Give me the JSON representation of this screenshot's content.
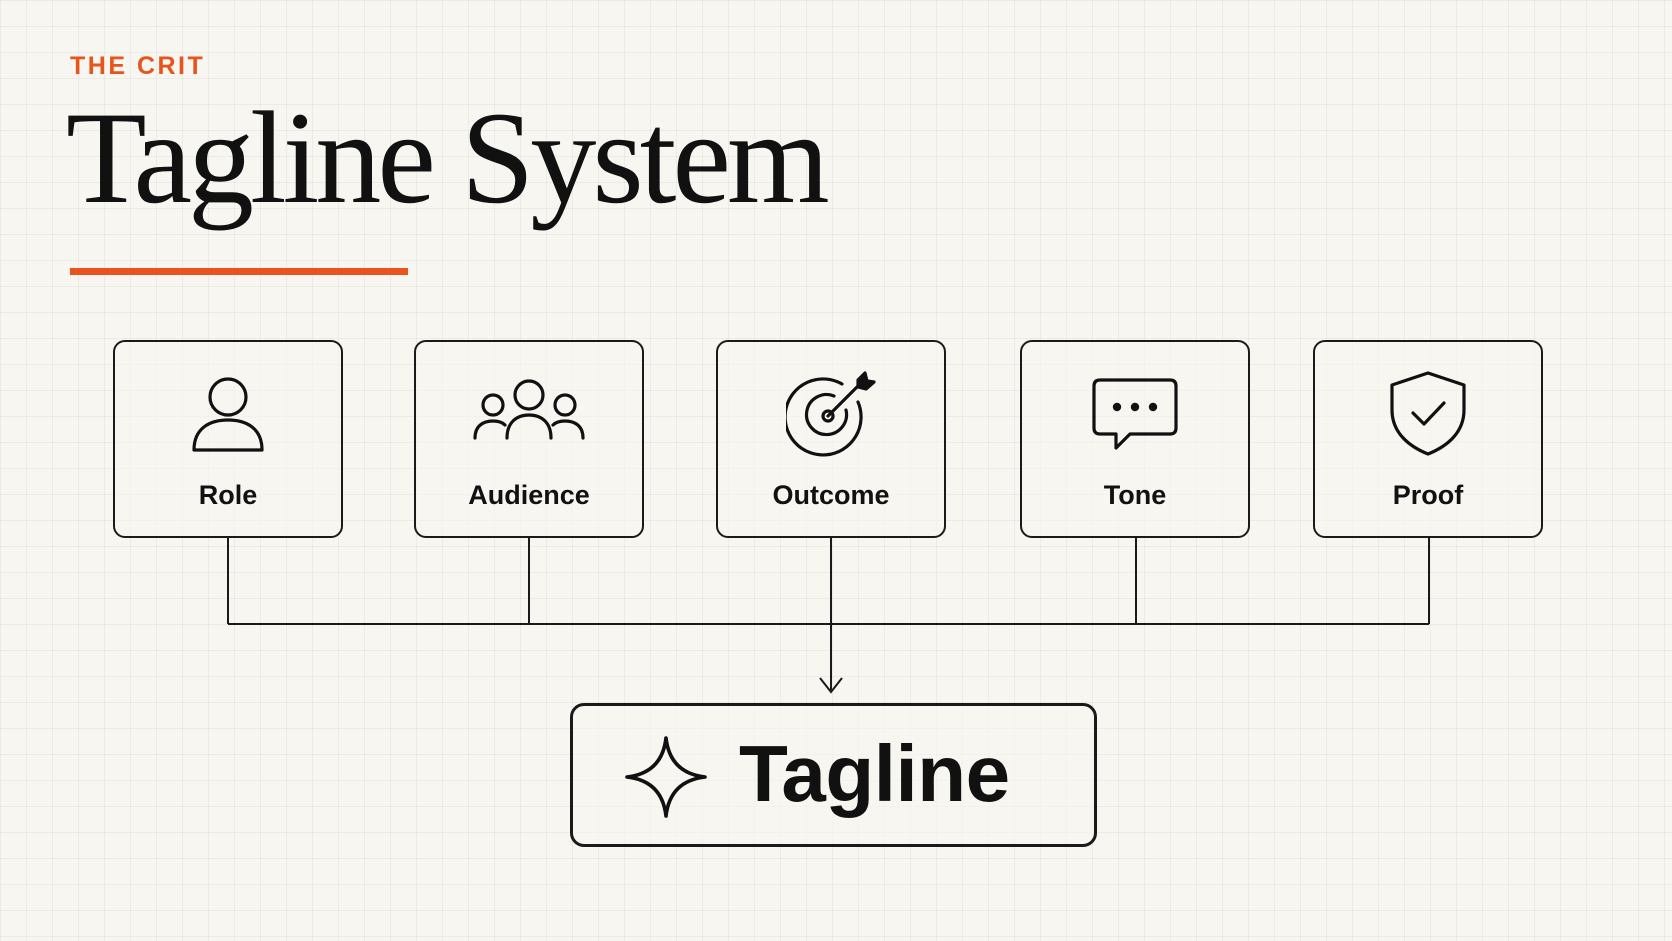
{
  "header": {
    "eyebrow": "THE CRIT",
    "title": "Tagline System"
  },
  "accent_color": "#e8541c",
  "inputs": [
    {
      "label": "Role",
      "icon": "person-icon"
    },
    {
      "label": "Audience",
      "icon": "group-icon"
    },
    {
      "label": "Outcome",
      "icon": "target-icon"
    },
    {
      "label": "Tone",
      "icon": "speech-bubble-icon"
    },
    {
      "label": "Proof",
      "icon": "shield-check-icon"
    }
  ],
  "output": {
    "label": "Tagline",
    "icon": "sparkle-icon"
  }
}
